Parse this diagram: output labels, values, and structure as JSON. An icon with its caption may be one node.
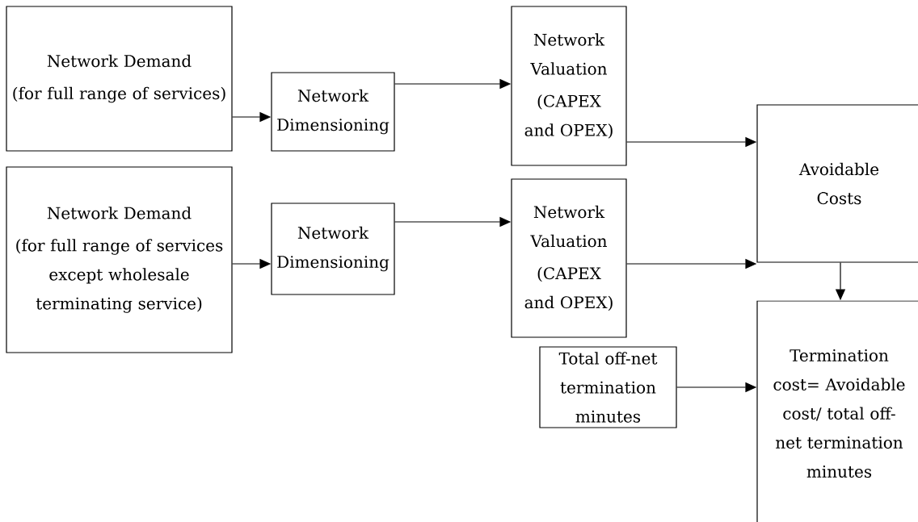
{
  "diagram": {
    "nodes": [
      {
        "text": [
          "Network Demand",
          "(for full range of services)"
        ]
      },
      {
        "text": [
          "Network Dimensioning"
        ]
      },
      {
        "text": [
          "Network Valuation",
          "(CAPEX and OPEX)"
        ]
      },
      {
        "text": [
          "Network Demand",
          "(for full range of services except wholesale terminating service)"
        ]
      },
      {
        "text": [
          "Network Dimensioning"
        ]
      },
      {
        "text": [
          "Network Valuation",
          "(CAPEX and OPEX)"
        ]
      },
      {
        "text": [
          "Avoidable Costs"
        ]
      },
      {
        "text": [
          "Termination cost= Avoidable cost/ total off-net termination minutes"
        ]
      },
      {
        "text": [
          "Total off-net termination minutes"
        ]
      }
    ],
    "edges": [
      {
        "from": 0,
        "to": 1,
        "arrow": "to"
      },
      {
        "from": 1,
        "to": 2,
        "arrow": "to"
      },
      {
        "from": 2,
        "to": 6,
        "arrow": "to"
      },
      {
        "from": 3,
        "to": 4,
        "arrow": "to"
      },
      {
        "from": 4,
        "to": 5,
        "arrow": "to"
      },
      {
        "from": 5,
        "to": 6,
        "arrow": "to"
      },
      {
        "from": 6,
        "to": 7,
        "arrow": "to"
      },
      {
        "from": 8,
        "to": 7,
        "arrow": "to"
      }
    ]
  }
}
